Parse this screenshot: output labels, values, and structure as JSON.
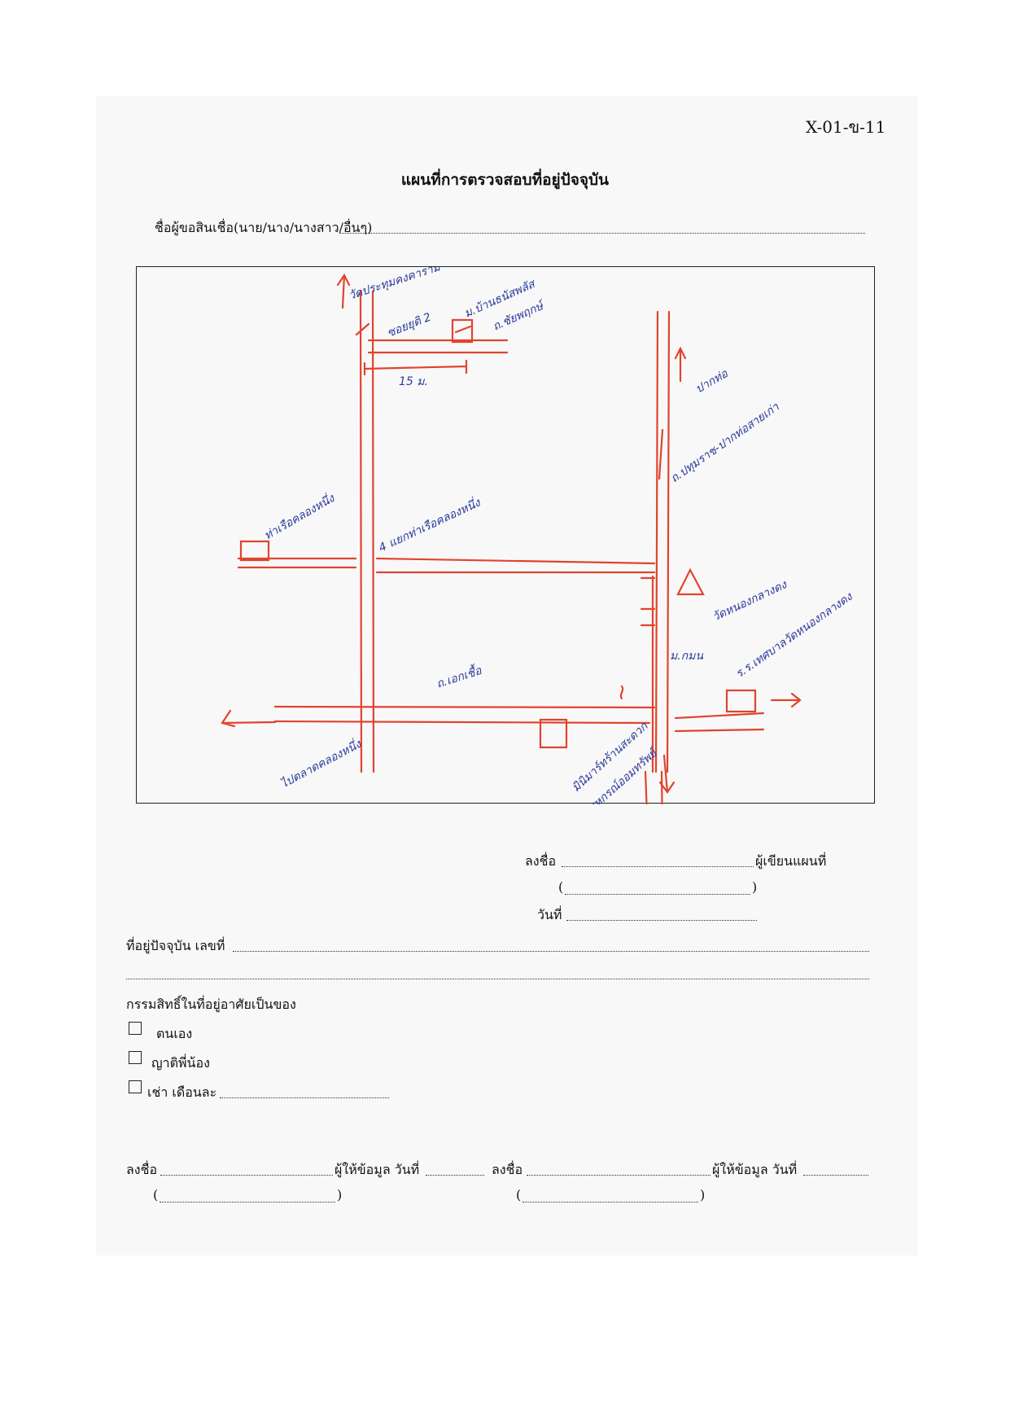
{
  "document": {
    "doc_no": "X-01-ข-11",
    "title": "แผนที่การตรวจสอบที่อยู่ปัจจุบัน",
    "applicant_label": "ชื่อผู้ขอสินเชื่อ(นาย/นาง/นางสาว/อื่นๆ)"
  },
  "map_annotations": {
    "temple_top": "วัดประทุมคงคาราม",
    "soi": "ซอยยุติ 2",
    "branch_line1": "ม.บ้านธนัสพลัส",
    "branch_line2": "ถ.ชัยพฤกษ์",
    "distance": "15 ม.",
    "to_mak": "ปากท่อ",
    "main_road": "ถ.ปทุมราช-ปากท่อสายเก่า",
    "left_shop": "ท่าเรือคลองหนึ่ง",
    "intersection": "4 แยกท่าเรือคลองหนึ่ง",
    "temple_right": "วัดหนองกลางดง",
    "market": "ม.กมน",
    "school": "ร.ร.เทศบาลวัดหนองกลางดง",
    "road_bottom": "ถ.เอกเชื้อ",
    "bottom_left": "ไปตลาดคลองหนึ่ง",
    "bottom_shop_line1": "มินิมาร์ทร้านสะดวก",
    "bottom_shop_line2": "สหกรณ์ออมทรัพย์"
  },
  "signature_block": {
    "sign_label": "ลงชื่อ",
    "map_writer_label": "ผู้เขียนแผนที่",
    "paren_open": "(",
    "paren_close": ")",
    "date_label": "วันที่"
  },
  "address": {
    "label": "ที่อยู่ปัจจุบัน เลขที่"
  },
  "ownership": {
    "heading": "กรรมสิทธิ์ในที่อยู่อาศัยเป็นของ",
    "options": [
      "ตนเอง",
      "ญาติพี่น้อง",
      "เช่า เดือนละ"
    ]
  },
  "informants": {
    "sign_label": "ลงชื่อ",
    "informant_label": "ผู้ให้ข้อมูล วันที่",
    "paren_open": "(",
    "paren_close": ")"
  },
  "colors": {
    "road": "#e0442f",
    "ink": "#2b3a9c",
    "sheet": "#f8f8f8"
  }
}
